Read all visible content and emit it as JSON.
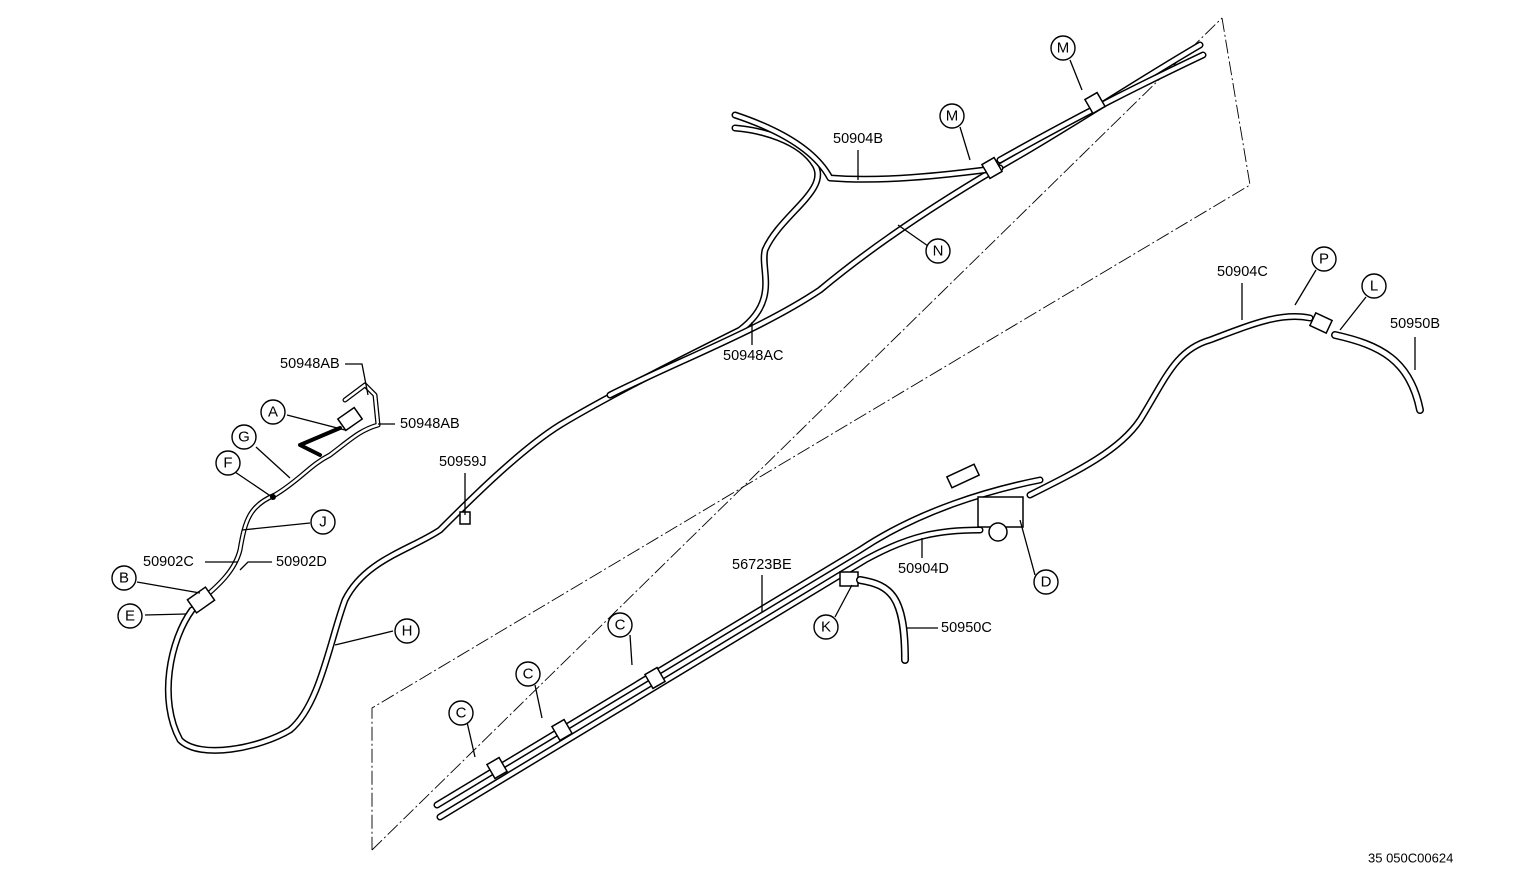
{
  "diagram": {
    "part_labels": {
      "p50948AB_top": "50948AB",
      "p50948AB_side": "50948AB",
      "p50902C": "50902C",
      "p50902D": "50902D",
      "p50959J": "50959J",
      "p50948AC": "50948AC",
      "p50904B": "50904B",
      "p50904C": "50904C",
      "p50950B": "50950B",
      "p56723BE": "56723BE",
      "p50904D": "50904D",
      "p50950C": "50950C"
    },
    "callouts": {
      "A": "A",
      "B": "B",
      "C": "C",
      "D": "D",
      "E": "E",
      "F": "F",
      "G": "G",
      "H": "H",
      "J": "J",
      "K": "K",
      "L": "L",
      "M": "M",
      "N": "N",
      "P": "P"
    },
    "drawing_number": "35  050C00624"
  }
}
